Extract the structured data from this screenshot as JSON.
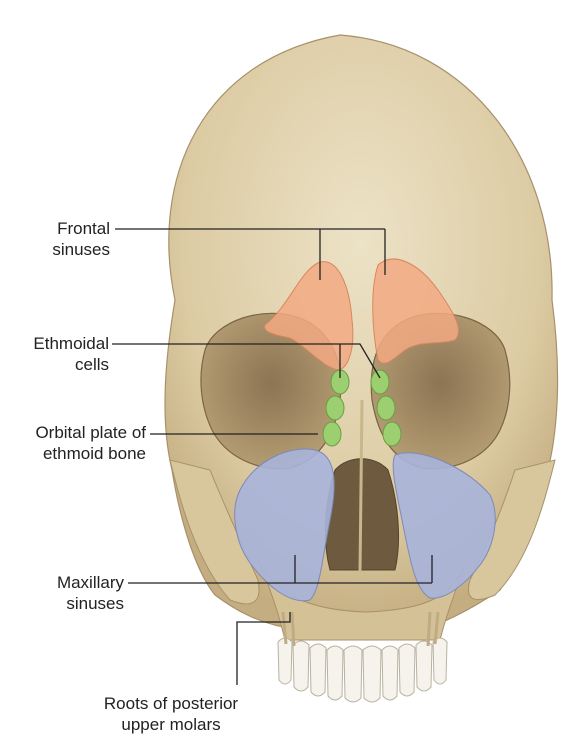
{
  "labels": {
    "frontal_sinuses": [
      "Frontal",
      "sinuses"
    ],
    "ethmoidal_cells": [
      "Ethmoidal",
      "cells"
    ],
    "orbital_plate": [
      "Orbital plate of",
      "ethmoid bone"
    ],
    "maxillary_sinuses": [
      "Maxillary",
      "sinuses"
    ],
    "roots_molars": [
      "Roots of posterior",
      "upper molars"
    ]
  },
  "colors": {
    "bone": "#e6d9b8",
    "bone_shadow": "#c9b68c",
    "frontal_sinus": "#f2a982",
    "ethmoidal": "#9ccf6f",
    "maxillary": "#a9b4dc",
    "leader_line": "#222222"
  }
}
